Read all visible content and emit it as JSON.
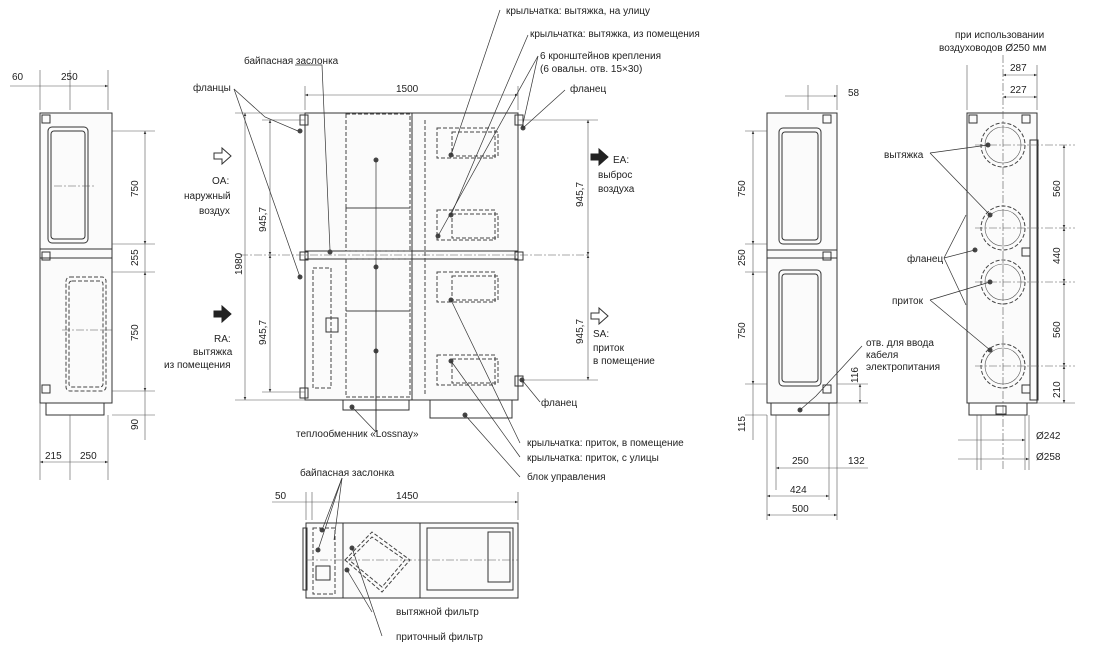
{
  "labels": {
    "bypass_damper": "байпасная заслонка",
    "flanges": "фланцы",
    "fan_exhaust_outside": "крыльчатка: вытяжка, на улицу",
    "fan_exhaust_room": "крыльчатка: вытяжка, из помещения",
    "brackets_1": "6 кронштейнов крепления",
    "brackets_2": "(6 овальн. отв. 15×30)",
    "flange": "фланец",
    "ea_1": "EA:",
    "ea_2": "выброс",
    "ea_3": "воздуха",
    "oa_1": "OA:",
    "oa_2": "наружный",
    "oa_3": "воздух",
    "ra_1": "RA:",
    "ra_2": "вытяжка",
    "ra_3": "из помещения",
    "sa_1": "SA:",
    "sa_2": "приток",
    "sa_3": "в помещение",
    "heat_exchanger": "теплообменник «Lossnay»",
    "flange_bottom": "фланец",
    "fan_supply_room": "крыльчатка: приток, в помещение",
    "fan_supply_outside": "крыльчатка: приток, с улицы",
    "control_unit": "блок управления",
    "bypass_damper_plan": "байпасная заслонка",
    "exhaust_filter": "вытяжной фильтр",
    "supply_filter": "приточный фильтр",
    "ducts_1": "при использовании",
    "ducts_2": "воздуховодов Ø250 мм",
    "exhaust": "вытяжка",
    "flange_r": "фланец",
    "supply": "приток",
    "cable_1": "отв. для ввода",
    "cable_2": "кабеля",
    "cable_3": "электропитания"
  },
  "dimensions": {
    "d60": "60",
    "d250_top": "250",
    "d750_a": "750",
    "d255": "255",
    "d750_b": "750",
    "d90": "90",
    "d215": "215",
    "d250_bottom": "250",
    "d1500": "1500",
    "d945_a": "945,7",
    "d1980": "1980",
    "d945_b": "945,7",
    "d945_c": "945,7",
    "d945_d": "945,7",
    "d50": "50",
    "d1450": "1450",
    "d58": "58",
    "d750_c": "750",
    "d250_side": "250",
    "d750_d": "750",
    "d115": "115",
    "d116": "116",
    "d250_s2": "250",
    "d132": "132",
    "d424": "424",
    "d500": "500",
    "d287": "287",
    "d227": "227",
    "d560_a": "560",
    "d440": "440",
    "d560_b": "560",
    "d210": "210",
    "d242": "Ø242",
    "d258": "Ø258"
  }
}
